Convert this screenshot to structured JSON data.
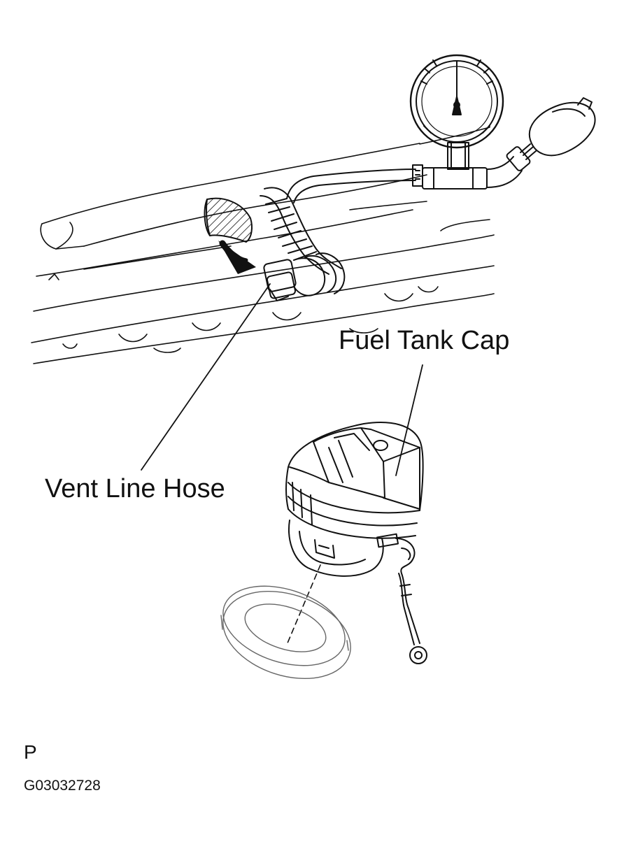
{
  "labels": {
    "fuel_tank_cap": "Fuel Tank Cap",
    "vent_line_hose": "Vent Line Hose",
    "view_code": "P",
    "figure_id": "G03032728"
  },
  "colors": {
    "line": "#111111",
    "background": "#ffffff"
  },
  "icons": [
    "pressure-gauge-icon",
    "hand-pump-bulb-icon",
    "direction-arrow-icon"
  ]
}
